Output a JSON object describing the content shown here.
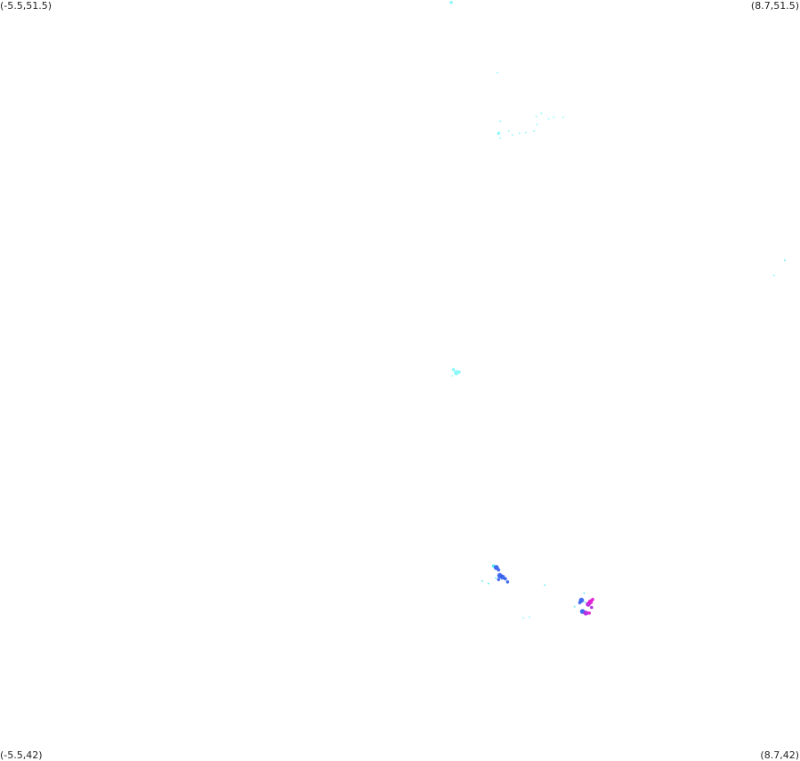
{
  "corner_labels": {
    "top_left": "(-5.5,51.5)",
    "top_right": "(8.7,51.5)",
    "bottom_left": "(-5.5,42)",
    "bottom_right": "(8.7,42)"
  },
  "bounds": {
    "lon_min": -5.5,
    "lon_max": 8.7,
    "lat_min": 42,
    "lat_max": 51.5
  },
  "colors": {
    "background": "#ffffff",
    "light_cyan": "#7ff7f7",
    "cyan": "#40e8f0",
    "blue": "#2f5bf0",
    "purple": "#b020e0",
    "magenta": "#e010d0"
  },
  "points": [
    {
      "lon": 2.51,
      "lat": 51.47,
      "intensity": "light_cyan",
      "weight": 2
    },
    {
      "lon": 3.33,
      "lat": 50.59,
      "intensity": "light_cyan",
      "weight": 1
    },
    {
      "lon": 4.24,
      "lat": 50.01,
      "intensity": "light_cyan",
      "weight": 1
    },
    {
      "lon": 4.33,
      "lat": 50.03,
      "intensity": "light_cyan",
      "weight": 1
    },
    {
      "lon": 4.02,
      "lat": 50.04,
      "intensity": "light_cyan",
      "weight": 1
    },
    {
      "lon": 4.5,
      "lat": 50.03,
      "intensity": "light_cyan",
      "weight": 1
    },
    {
      "lon": 4.11,
      "lat": 50.08,
      "intensity": "light_cyan",
      "weight": 1
    },
    {
      "lon": 4.03,
      "lat": 49.94,
      "intensity": "light_cyan",
      "weight": 1
    },
    {
      "lon": 3.38,
      "lat": 49.98,
      "intensity": "light_cyan",
      "weight": 1
    },
    {
      "lon": 3.53,
      "lat": 49.86,
      "intensity": "light_cyan",
      "weight": 1
    },
    {
      "lon": 3.6,
      "lat": 49.81,
      "intensity": "light_cyan",
      "weight": 1
    },
    {
      "lon": 3.35,
      "lat": 49.83,
      "intensity": "light_cyan",
      "weight": 2
    },
    {
      "lon": 3.38,
      "lat": 49.77,
      "intensity": "light_cyan",
      "weight": 1
    },
    {
      "lon": 3.98,
      "lat": 49.86,
      "intensity": "light_cyan",
      "weight": 1
    },
    {
      "lon": 3.83,
      "lat": 49.84,
      "intensity": "light_cyan",
      "weight": 1
    },
    {
      "lon": 3.72,
      "lat": 49.83,
      "intensity": "light_cyan",
      "weight": 1
    },
    {
      "lon": 8.43,
      "lat": 48.24,
      "intensity": "cyan",
      "weight": 1
    },
    {
      "lon": 8.24,
      "lat": 48.05,
      "intensity": "light_cyan",
      "weight": 1
    },
    {
      "lon": 2.55,
      "lat": 46.87,
      "intensity": "light_cyan",
      "weight": 2
    },
    {
      "lon": 2.6,
      "lat": 46.83,
      "intensity": "light_cyan",
      "weight": 3
    },
    {
      "lon": 2.65,
      "lat": 46.84,
      "intensity": "light_cyan",
      "weight": 2
    },
    {
      "lon": 2.53,
      "lat": 46.79,
      "intensity": "light_cyan",
      "weight": 1
    },
    {
      "lon": 3.79,
      "lat": 43.76,
      "intensity": "light_cyan",
      "weight": 1
    },
    {
      "lon": 3.9,
      "lat": 43.77,
      "intensity": "light_cyan",
      "weight": 1
    },
    {
      "lon": 4.17,
      "lat": 44.17,
      "intensity": "cyan",
      "weight": 1
    },
    {
      "lon": 3.26,
      "lat": 44.41,
      "intensity": "cyan",
      "weight": 2
    },
    {
      "lon": 3.31,
      "lat": 44.39,
      "intensity": "blue",
      "weight": 3
    },
    {
      "lon": 3.35,
      "lat": 44.36,
      "intensity": "blue",
      "weight": 2
    },
    {
      "lon": 3.37,
      "lat": 44.29,
      "intensity": "blue",
      "weight": 3
    },
    {
      "lon": 3.42,
      "lat": 44.27,
      "intensity": "blue",
      "weight": 3
    },
    {
      "lon": 3.47,
      "lat": 44.25,
      "intensity": "blue",
      "weight": 2
    },
    {
      "lon": 3.35,
      "lat": 44.24,
      "intensity": "blue",
      "weight": 2
    },
    {
      "lon": 3.3,
      "lat": 44.26,
      "intensity": "cyan",
      "weight": 1
    },
    {
      "lon": 3.51,
      "lat": 44.21,
      "intensity": "blue",
      "weight": 2
    },
    {
      "lon": 3.06,
      "lat": 44.22,
      "intensity": "cyan",
      "weight": 1
    },
    {
      "lon": 3.17,
      "lat": 44.19,
      "intensity": "cyan",
      "weight": 1
    },
    {
      "lon": 4.82,
      "lat": 43.98,
      "intensity": "blue",
      "weight": 3
    },
    {
      "lon": 4.79,
      "lat": 43.95,
      "intensity": "blue",
      "weight": 2
    },
    {
      "lon": 4.88,
      "lat": 43.96,
      "intensity": "cyan",
      "weight": 1
    },
    {
      "lon": 4.94,
      "lat": 43.93,
      "intensity": "purple",
      "weight": 3
    },
    {
      "lon": 4.98,
      "lat": 43.96,
      "intensity": "magenta",
      "weight": 3
    },
    {
      "lon": 5.02,
      "lat": 43.99,
      "intensity": "magenta",
      "weight": 2
    },
    {
      "lon": 5.0,
      "lat": 43.89,
      "intensity": "purple",
      "weight": 2
    },
    {
      "lon": 4.84,
      "lat": 43.84,
      "intensity": "blue",
      "weight": 3
    },
    {
      "lon": 4.9,
      "lat": 43.82,
      "intensity": "purple",
      "weight": 3
    },
    {
      "lon": 4.96,
      "lat": 43.82,
      "intensity": "magenta",
      "weight": 2
    },
    {
      "lon": 4.87,
      "lat": 44.07,
      "intensity": "cyan",
      "weight": 1
    },
    {
      "lon": 4.7,
      "lat": 43.9,
      "intensity": "cyan",
      "weight": 1
    }
  ]
}
